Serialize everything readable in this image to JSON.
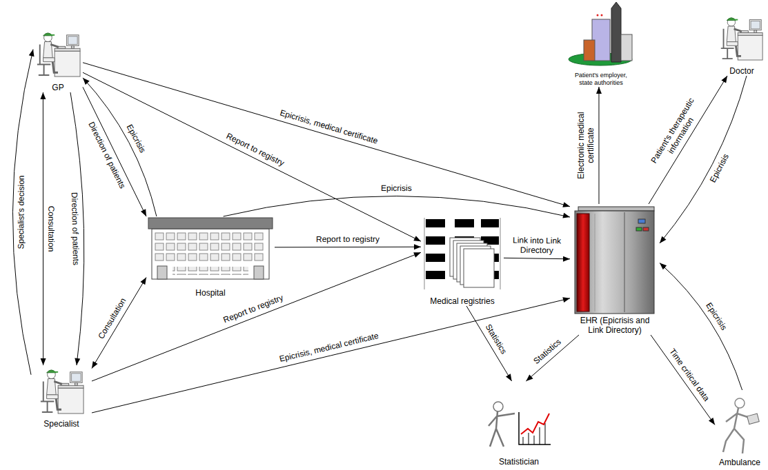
{
  "diagram": {
    "nodes": [
      {
        "text": [
          "GP"
        ]
      },
      {
        "text": [
          "Patient's employer, state authorities"
        ]
      },
      {
        "text": [
          "Doctor"
        ]
      },
      {
        "text": [
          "Hospital"
        ]
      },
      {
        "text": [
          "Medical registries"
        ]
      },
      {
        "text": [
          "EHR (Epicrisis and Link Directory)"
        ]
      },
      {
        "text": [
          "Specialist"
        ]
      },
      {
        "text": [
          "Statistician"
        ]
      },
      {
        "text": [
          "Ambulance"
        ]
      }
    ],
    "edges": [
      {
        "from": 0,
        "to": 3,
        "label": "Direction of patients",
        "arrow": "to"
      },
      {
        "from": 3,
        "to": 0,
        "label": "Epicrisis",
        "arrow": "to"
      },
      {
        "from": 0,
        "to": 5,
        "label": "Epicrisis, medical certificate",
        "arrow": "to"
      },
      {
        "from": 0,
        "to": 4,
        "label": "Report to registry",
        "arrow": "to"
      },
      {
        "from": 3,
        "to": 5,
        "label": "Epicrisis",
        "arrow": "to"
      },
      {
        "from": 3,
        "to": 4,
        "label": "Report to registry",
        "arrow": "to"
      },
      {
        "from": 4,
        "to": 5,
        "label": "Link into Link Directory",
        "arrow": "to"
      },
      {
        "from": 6,
        "to": 4,
        "label": "Report to registry",
        "arrow": "to"
      },
      {
        "from": 6,
        "to": 5,
        "label": "Epicrisis, medical certificate",
        "arrow": "to"
      },
      {
        "from": 3,
        "to": 6,
        "label": "Consultation",
        "arrow": "both"
      },
      {
        "from": 6,
        "to": 0,
        "label": "Specialist's decision",
        "arrow": "to"
      },
      {
        "from": 0,
        "to": 6,
        "label": "Consultation",
        "arrow": "both"
      },
      {
        "from": 0,
        "to": 6,
        "label": "Direction of patients",
        "arrow": "to"
      },
      {
        "from": 5,
        "to": 1,
        "label": "Electronic medical certificate",
        "arrow": "to"
      },
      {
        "from": 5,
        "to": 2,
        "label": "Patient's therapeutic information",
        "arrow": "to"
      },
      {
        "from": 2,
        "to": 5,
        "label": "Epicrisis",
        "arrow": "to"
      },
      {
        "from": 5,
        "to": 8,
        "label": "Time critical data",
        "arrow": "to"
      },
      {
        "from": 8,
        "to": 5,
        "label": "Epicrisis",
        "arrow": "to"
      },
      {
        "from": 4,
        "to": 7,
        "label": "Statistics",
        "arrow": "to"
      },
      {
        "from": 5,
        "to": 7,
        "label": "Statistics",
        "arrow": "to"
      }
    ]
  }
}
